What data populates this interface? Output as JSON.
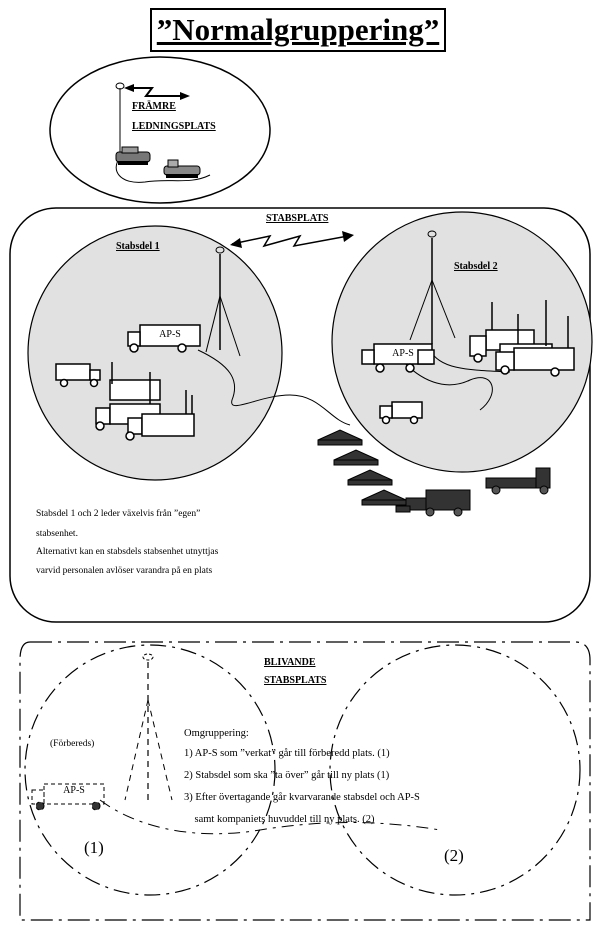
{
  "title": "”Normalgruppering”",
  "framre": {
    "line1": "FRÄMRE",
    "line2": "LEDNINGSPLATS"
  },
  "stabsplats": {
    "label": "STABSPLATS",
    "stabsdel1": "Stabsdel 1",
    "stabsdel2": "Stabsdel 2",
    "aps1": "AP-S",
    "aps2": "AP-S",
    "description": [
      "Stabsdel 1 och 2 leder växelvis från ”egen”",
      "stabsenhet.",
      "Alternativt kan en stabsdels stabsenhet utnyttjas",
      "varvid personalen avlöser varandra på en plats"
    ]
  },
  "blivande": {
    "line1": "BLIVANDE",
    "line2": "STABSPLATS",
    "forbereds": "(Förbereds)",
    "aps": "AP-S",
    "circle1": "(1)",
    "circle2": "(2)",
    "omgruppering": [
      "Omgruppering:",
      "1) AP-S som ”verkat” går till förberedd plats. (1)",
      "2) Stabsdel som ska ”ta över” går till ny plats (1)",
      "3) Efter övertagande går kvarvarande stabsdel och AP-S",
      "    samt kompaniets huvuddel till ny plats. (2)"
    ]
  },
  "colors": {
    "circle_fill": "#e1e1e1",
    "vehicle_dark": "#333333",
    "line": "#000000"
  }
}
